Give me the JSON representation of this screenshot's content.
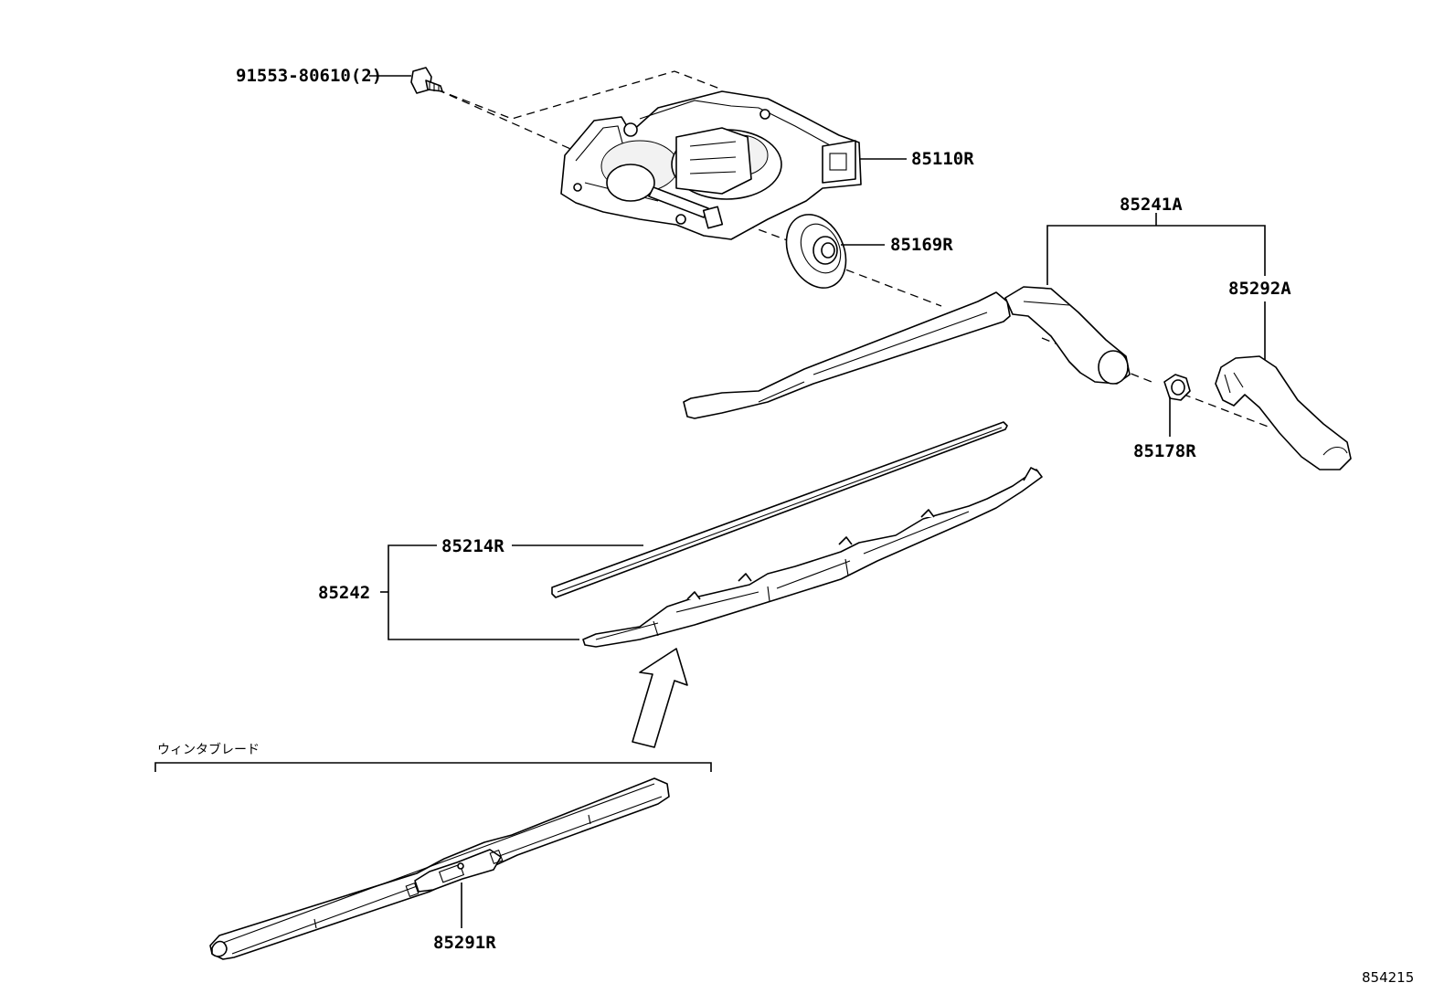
{
  "parts": [
    {
      "id": "p1",
      "label": "91553-80610(2)"
    },
    {
      "id": "p2",
      "label": "85110R"
    },
    {
      "id": "p3",
      "label": "85169R"
    },
    {
      "id": "p4",
      "label": "85241A"
    },
    {
      "id": "p5",
      "label": "85292A"
    },
    {
      "id": "p6",
      "label": "85178R"
    },
    {
      "id": "p7",
      "label": "85214R"
    },
    {
      "id": "p8",
      "label": "85242"
    },
    {
      "id": "p9",
      "label": "85291R"
    }
  ],
  "section_label": "ウィンタブレード",
  "diagram_code": "854215"
}
